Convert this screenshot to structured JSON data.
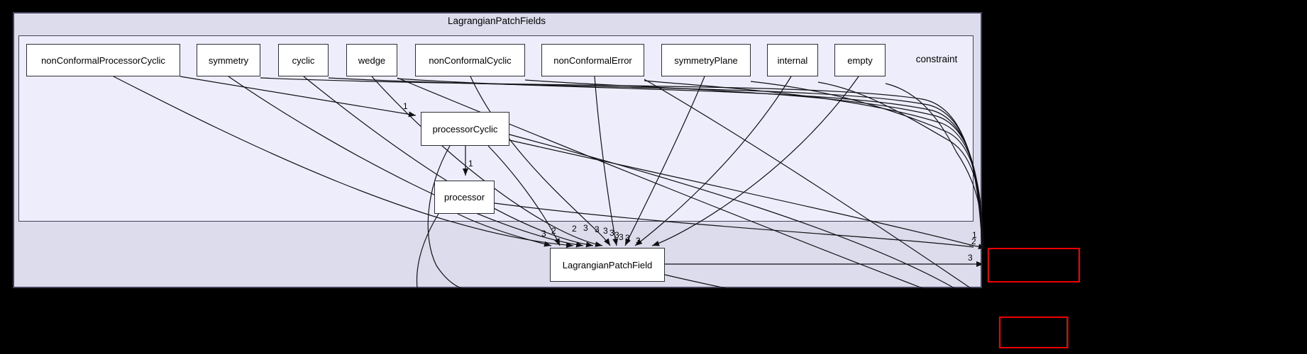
{
  "clusters": {
    "outer": {
      "label": "LagrangianPatchFields",
      "fill": "#dcdcec"
    },
    "inner": {
      "label": "constraint",
      "fill": "#ededfc"
    }
  },
  "nodes": [
    {
      "label": "nonConformalProcessorCyclic"
    },
    {
      "label": "symmetry"
    },
    {
      "label": "cyclic"
    },
    {
      "label": "wedge"
    },
    {
      "label": "nonConformalCyclic"
    },
    {
      "label": "nonConformalError"
    },
    {
      "label": "symmetryPlane"
    },
    {
      "label": "internal"
    },
    {
      "label": "empty"
    },
    {
      "label": "processorCyclic"
    },
    {
      "label": "processor"
    },
    {
      "label": "LagrangianPatchField"
    }
  ],
  "external_nodes": [
    {
      "id": "external-dir-1",
      "border_color": "#ee0000"
    },
    {
      "id": "external-dir-2",
      "border_color": "#ee0000"
    }
  ],
  "edge_labels": [
    {
      "text": "1"
    },
    {
      "text": "1"
    },
    {
      "text": "3"
    },
    {
      "text": "2"
    },
    {
      "text": "2"
    },
    {
      "text": "3"
    },
    {
      "text": "3"
    },
    {
      "text": "3"
    },
    {
      "text": "3"
    },
    {
      "text": "3"
    },
    {
      "text": "3"
    },
    {
      "text": "3"
    },
    {
      "text": "3"
    },
    {
      "text": "1"
    },
    {
      "text": "2"
    },
    {
      "text": "3"
    }
  ]
}
